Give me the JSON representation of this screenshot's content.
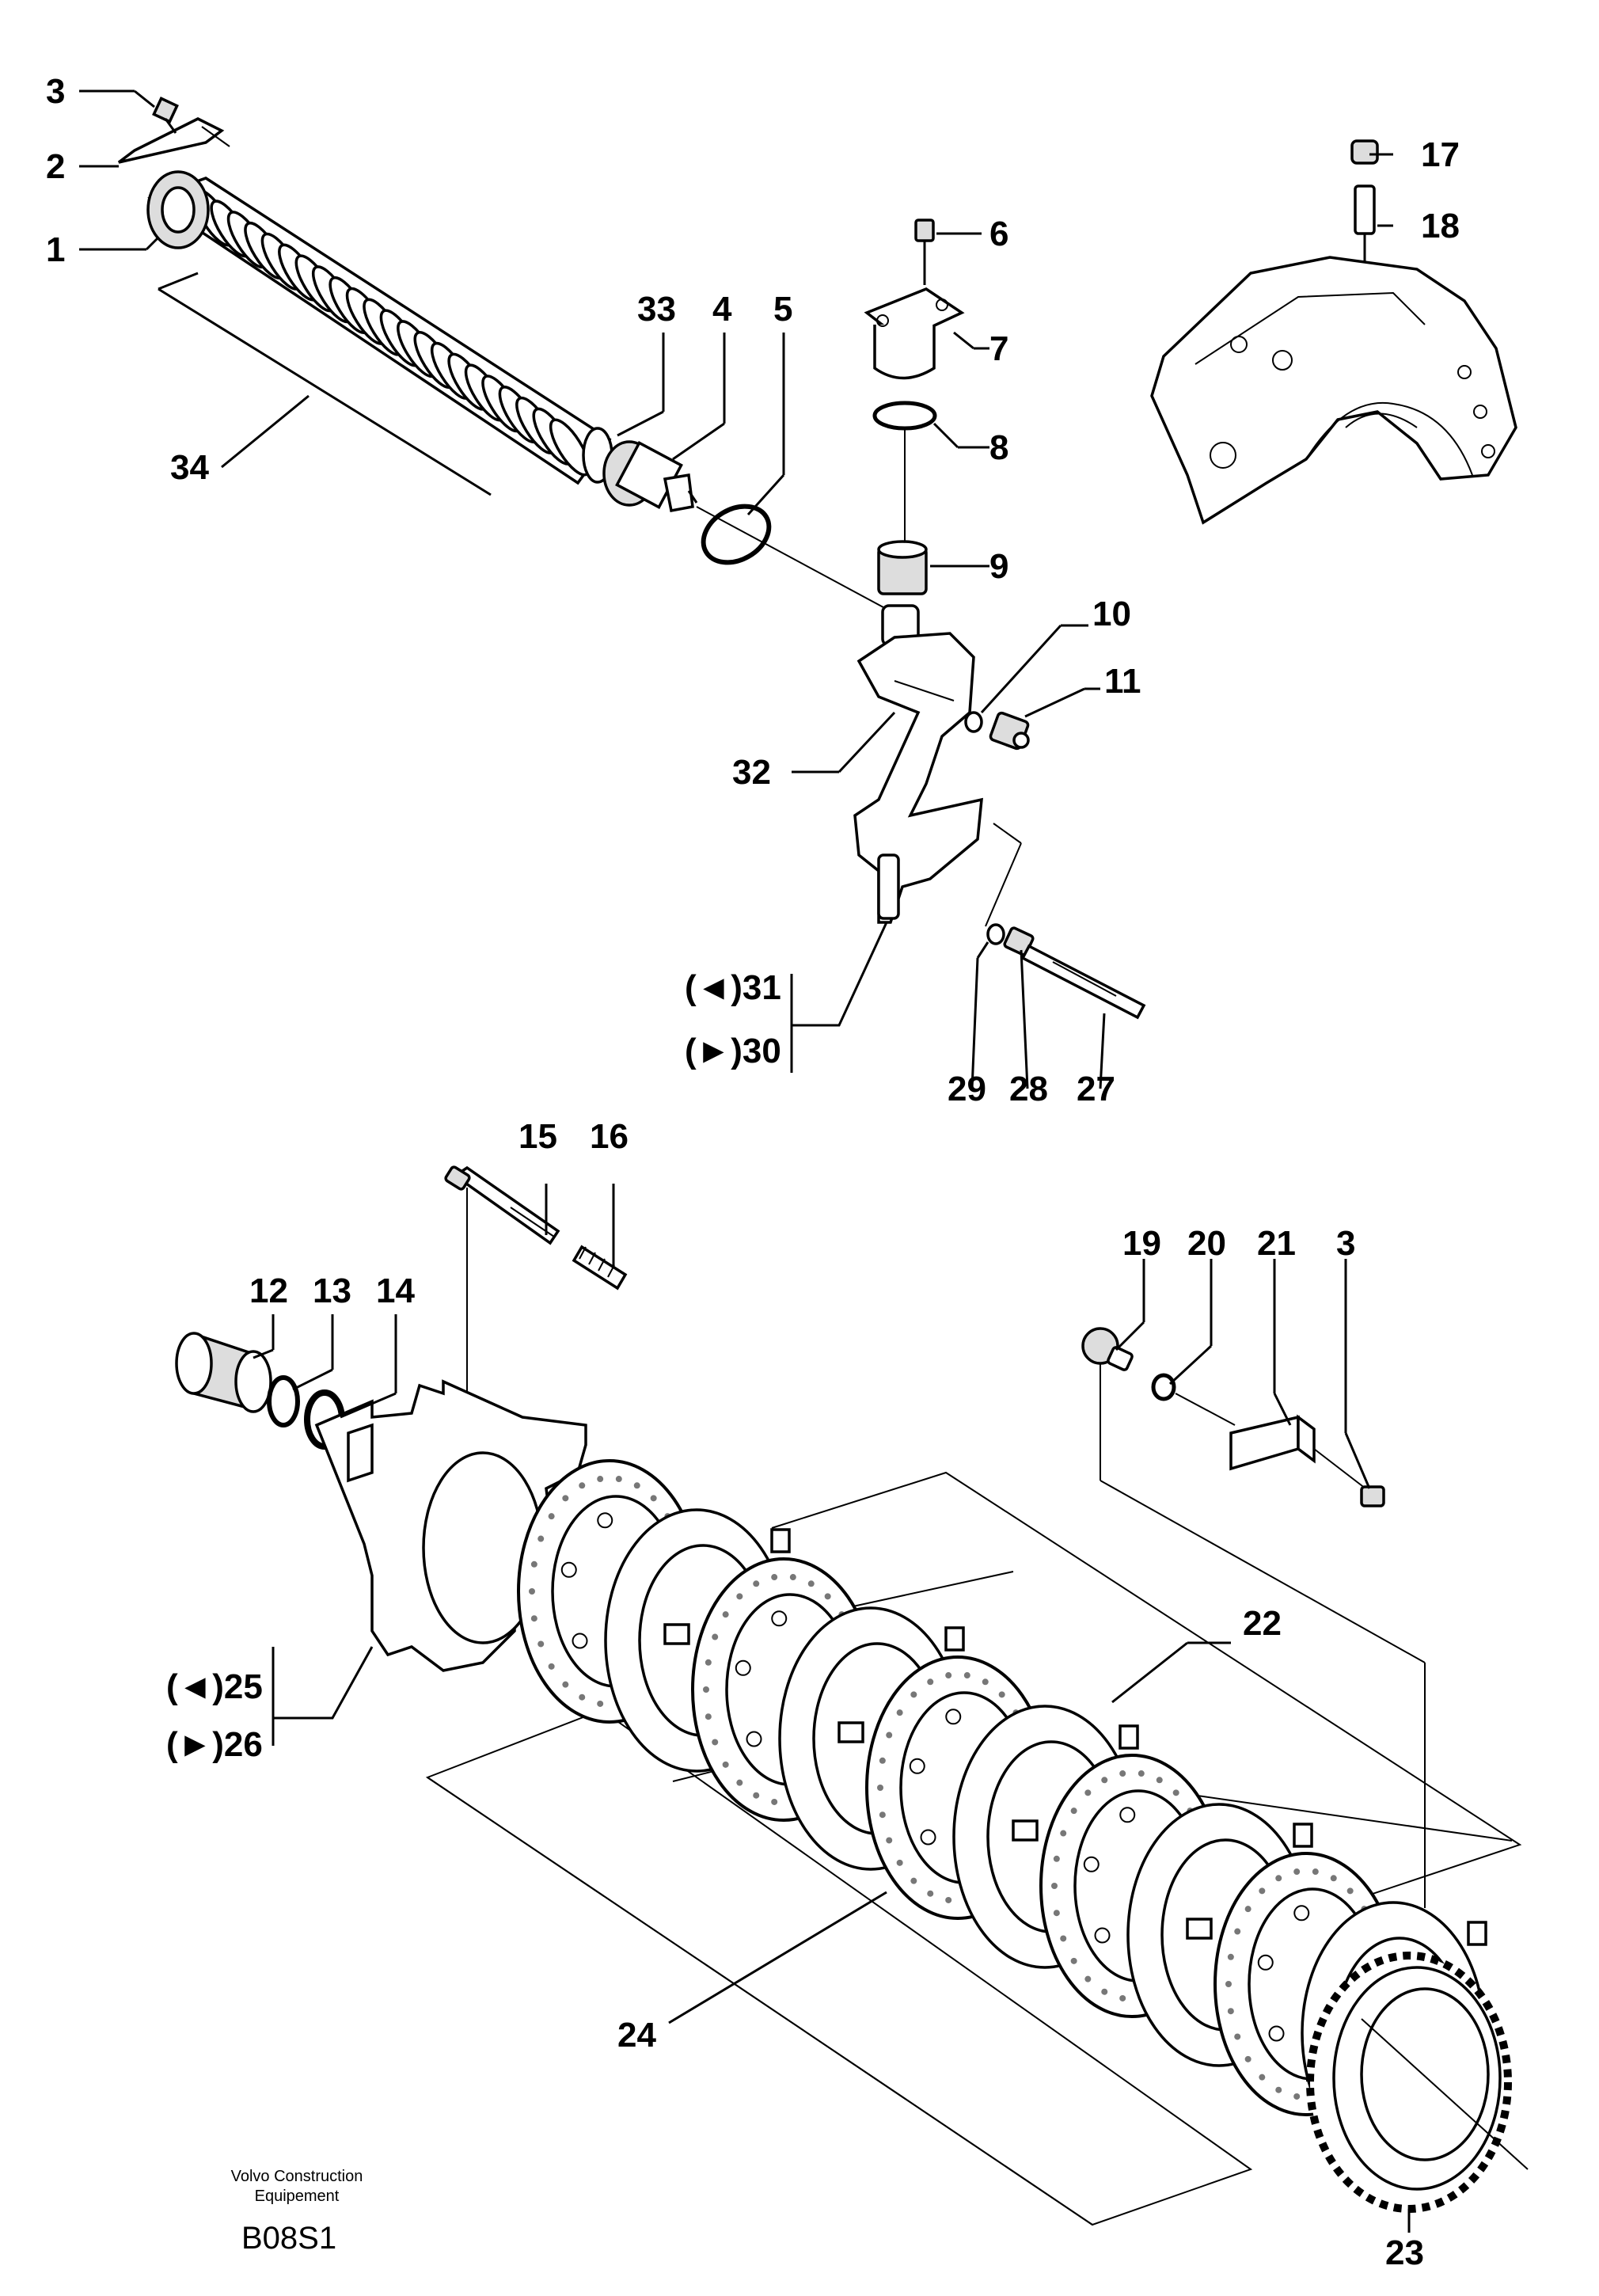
{
  "callouts": {
    "c1": "1",
    "c2": "2",
    "c3a": "3",
    "c4": "4",
    "c5": "5",
    "c6": "6",
    "c7": "7",
    "c8": "8",
    "c9": "9",
    "c10": "10",
    "c11": "11",
    "c12": "12",
    "c13": "13",
    "c14": "14",
    "c15": "15",
    "c16": "16",
    "c17": "17",
    "c18": "18",
    "c19": "19",
    "c20": "20",
    "c21": "21",
    "c3b": "3",
    "c22": "22",
    "c23": "23",
    "c24": "24",
    "c25": "(◄)25",
    "c26": "(►)26",
    "c27": "27",
    "c28": "28",
    "c29": "29",
    "c30": "(►)30",
    "c31": "(◄)31",
    "c32": "32",
    "c33": "33",
    "c34": "34"
  },
  "footer": {
    "company_line1": "Volvo Construction",
    "company_line2": "Equipement",
    "code": "B08S1"
  }
}
